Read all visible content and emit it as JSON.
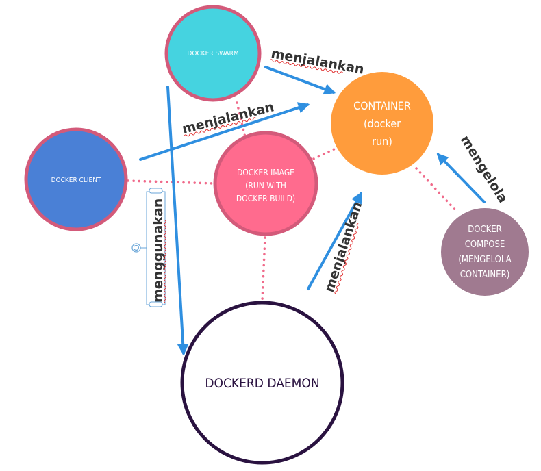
{
  "nodes": {
    "swarm": {
      "label": "DOCKER SWARM",
      "fill": "#45d3e0",
      "stroke": "#d35a7a"
    },
    "client": {
      "label": "DOCKER CLIENT",
      "fill": "#4a80d6",
      "stroke": "#d35a7a"
    },
    "image": {
      "lines": [
        "DOCKER IMAGE",
        "(RUN WITH",
        "DOCKER BUILD)"
      ],
      "fill": "#ff6b8e",
      "stroke": "#d35a7a"
    },
    "container": {
      "lines": [
        "CONTAINER",
        "(docker",
        "run)"
      ],
      "fill": "#ff9c3c"
    },
    "compose": {
      "lines": [
        "DOCKER",
        "COMPOSE",
        "(MENGELOLA",
        "CONTAINER)"
      ],
      "fill": "#a07a90"
    },
    "daemon": {
      "label": "DOCKERD DAEMON",
      "fill": "#ffffff",
      "stroke": "#2a1240"
    }
  },
  "edges": {
    "swarm_container": "menjalankan",
    "client_container": "menjalankan",
    "daemon_container": "menjalankan",
    "compose_container": "mengelola",
    "client_daemon": "menggunakan"
  },
  "colors": {
    "arrow": "#2f8fe0",
    "dotted": "#f06a8a",
    "label_text": "#333333",
    "spellcheck": "#e03030"
  }
}
